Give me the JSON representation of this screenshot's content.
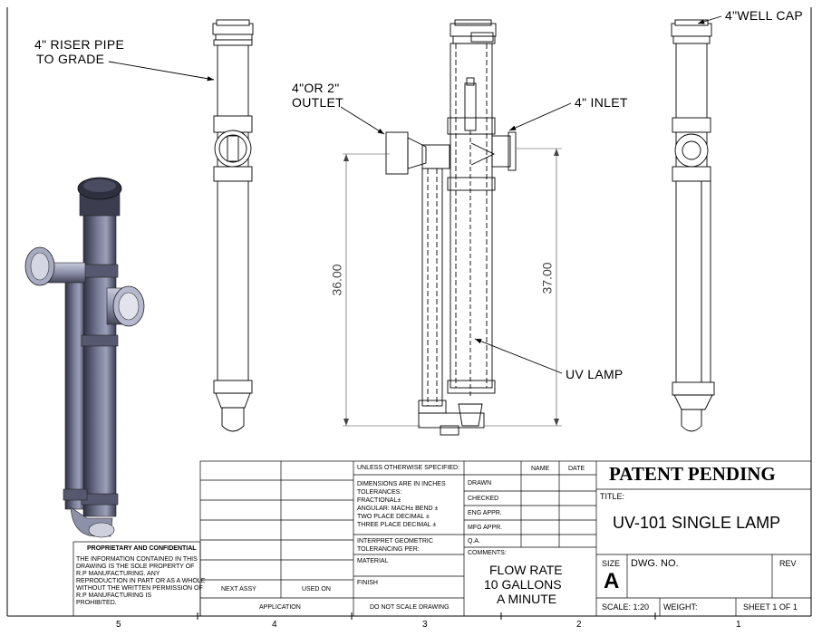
{
  "callouts": {
    "riser_line1": "4\" RISER PIPE",
    "riser_line2": "TO GRADE",
    "outlet_line1": "4\"OR 2\"",
    "outlet_line2": "OUTLET",
    "inlet": "4\" INLET",
    "well_cap": "4\"WELL CAP",
    "uv_lamp": "UV LAMP"
  },
  "dimensions": {
    "left": "36.00",
    "right": "37.00"
  },
  "proprietary": {
    "heading": "PROPRIETARY AND CONFIDENTIAL",
    "lines": [
      "THE INFORMATION CONTAINED IN THIS",
      "DRAWING IS THE SOLE PROPERTY OF",
      "R.P MANUFACTURING.  ANY",
      "REPRODUCTION IN PART OR AS A WHOLE",
      "WITHOUT THE WRITTEN PERMISSION OF",
      "R.P MANUFACTURING IS",
      "PROHIBITED."
    ]
  },
  "title_block": {
    "next_assy": "NEXT ASSY",
    "used_on": "USED ON",
    "application": "APPLICATION",
    "unless_specified": "UNLESS OTHERWISE SPECIFIED:",
    "dimensions_inches": "DIMENSIONS ARE IN INCHES",
    "tolerances": "TOLERANCES:",
    "fractional": "FRACTIONAL±",
    "angular": "ANGULAR: MACH±    BEND ±",
    "two_place": "TWO PLACE DECIMAL    ±",
    "three_place": "THREE PLACE DECIMAL  ±",
    "interpret": "INTERPRET GEOMETRIC",
    "tolerancing": "TOLERANCING PER:",
    "material": "MATERIAL",
    "finish": "FINISH",
    "do_not_scale": "DO NOT SCALE DRAWING",
    "name": "NAME",
    "date": "DATE",
    "drawn": "DRAWN",
    "checked": "CHECKED",
    "eng_appr": "ENG APPR.",
    "mfg_appr": "MFG APPR.",
    "qa": "Q.A.",
    "comments": "COMMENTS:",
    "flow_line1": "FLOW RATE",
    "flow_line2": "10 GALLONS",
    "flow_line3": "A MINUTE",
    "patent": "PATENT PENDING",
    "title_label": "TITLE:",
    "title": "UV-101 SINGLE LAMP",
    "size_label": "SIZE",
    "size": "A",
    "dwg_no": "DWG.  NO.",
    "rev": "REV",
    "scale": "SCALE: 1:20",
    "weight": "WEIGHT:",
    "sheet": "SHEET 1 OF 1"
  },
  "zones": [
    "5",
    "4",
    "3",
    "2",
    "1"
  ],
  "colors": {
    "line": "#000000",
    "pipe_3d_dark": "#3e4052",
    "pipe_3d_mid": "#6a6d85",
    "pipe_3d_light": "#b8bbcf",
    "dim_line": "#444444"
  }
}
